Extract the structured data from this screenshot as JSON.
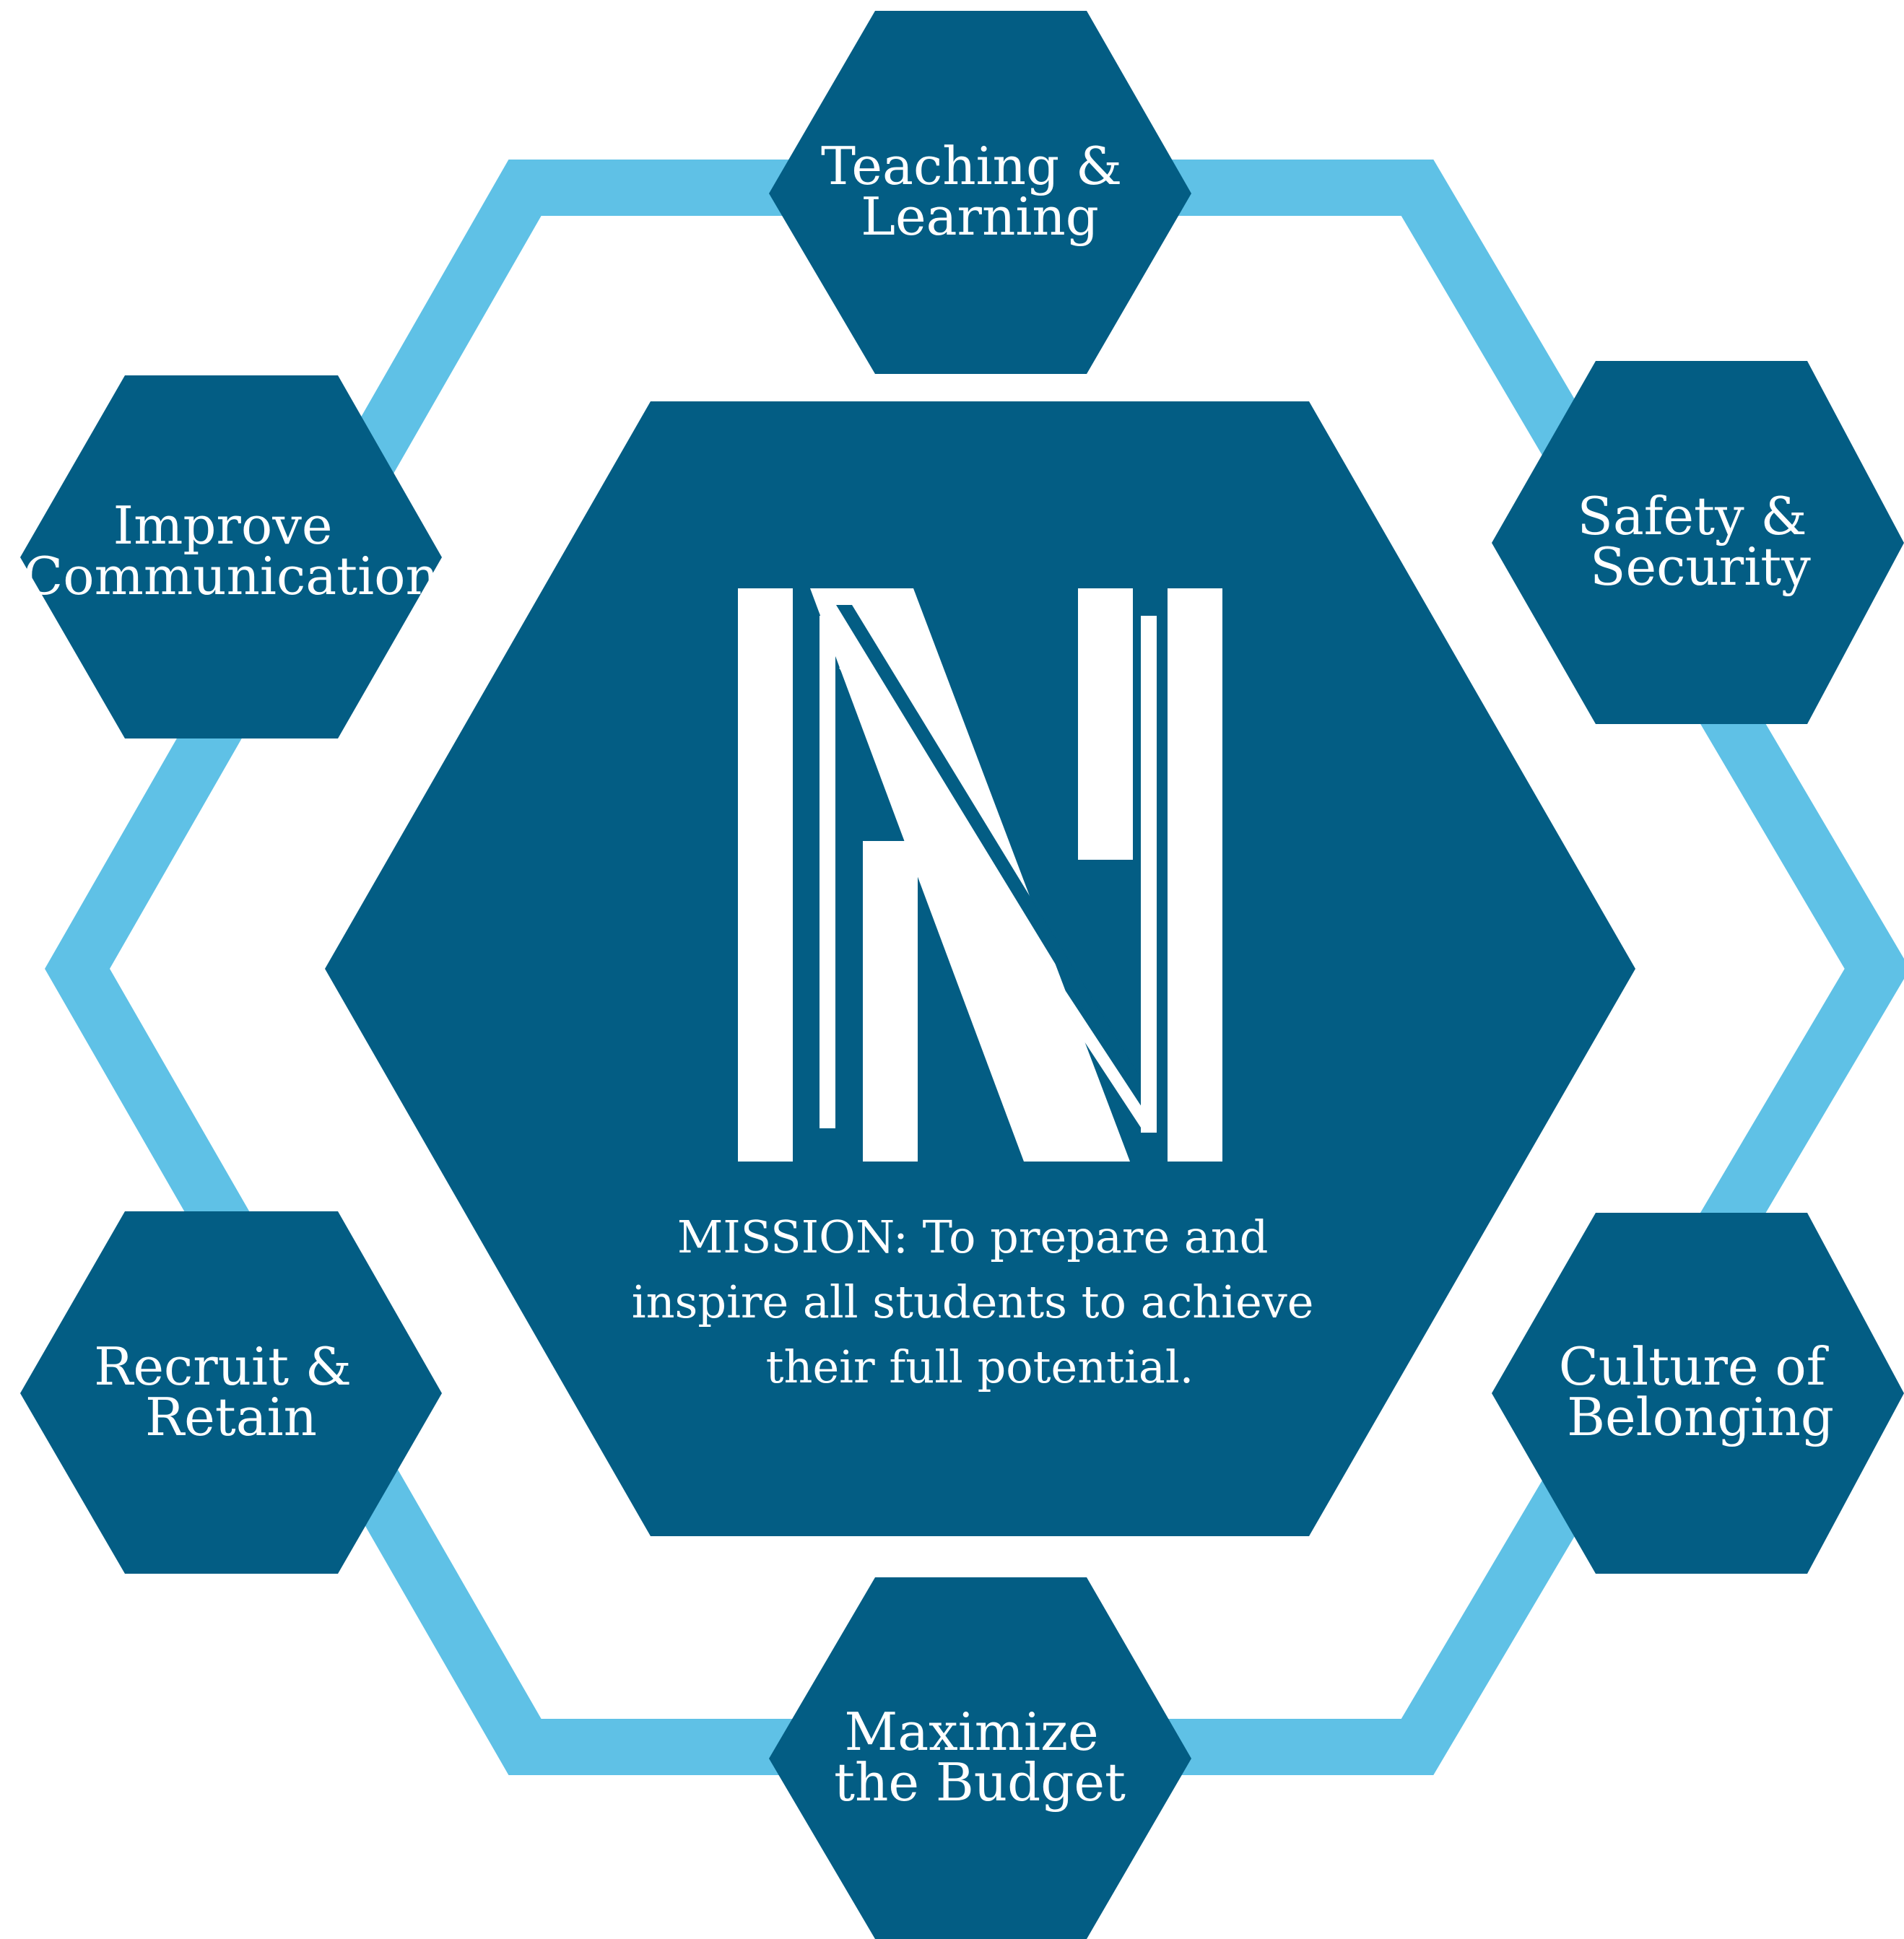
{
  "colors": {
    "hex_fill": "#035d84",
    "ring": "#5fc1e6",
    "text": "#ffffff",
    "background": "#ffffff"
  },
  "center": {
    "logo_icon": "n-monogram-icon",
    "mission_lines": [
      "MISSION: To prepare and",
      "inspire all students to achieve",
      "their full potential."
    ]
  },
  "pillars": [
    {
      "id": "teaching-learning",
      "lines": [
        "Teaching &",
        "Learning"
      ]
    },
    {
      "id": "safety-security",
      "lines": [
        "Safety &",
        "Security"
      ]
    },
    {
      "id": "culture-of-belonging",
      "lines": [
        "Culture of",
        "Belonging"
      ]
    },
    {
      "id": "maximize-the-budget",
      "lines": [
        "Maximize",
        "the Budget"
      ]
    },
    {
      "id": "recruit-retain",
      "lines": [
        "Recruit &",
        "Retain"
      ]
    },
    {
      "id": "improve-communication",
      "lines": [
        "Improve",
        "Communication"
      ]
    }
  ]
}
